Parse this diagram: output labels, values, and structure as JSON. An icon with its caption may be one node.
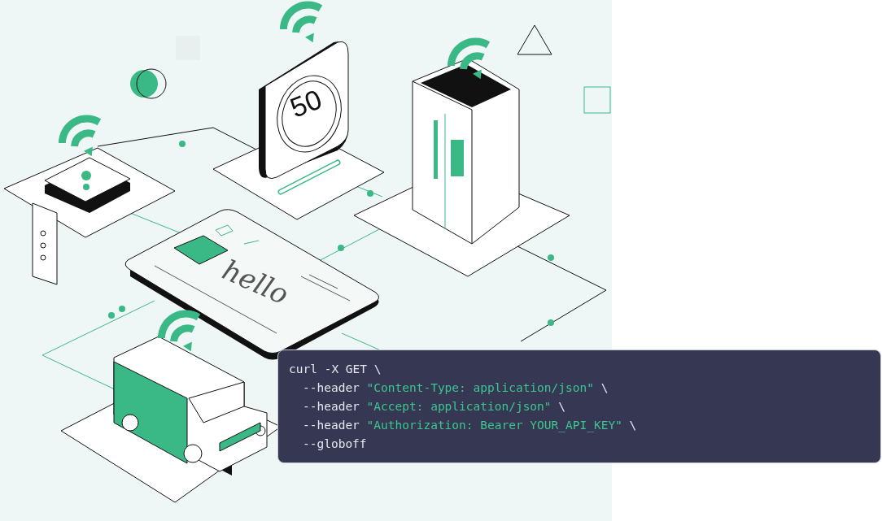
{
  "diagram": {
    "nodes": [
      {
        "text": [
          "curl -X GET \\",
          "--header \"Content-Type: application/json\" \\",
          "--header \"Accept: application/json\" \\",
          "--header \"Authorization: Bearer YOUR_API_KEY\" \\",
          "--globoff"
        ]
      }
    ],
    "labels": [
      "50",
      "hello"
    ]
  }
}
